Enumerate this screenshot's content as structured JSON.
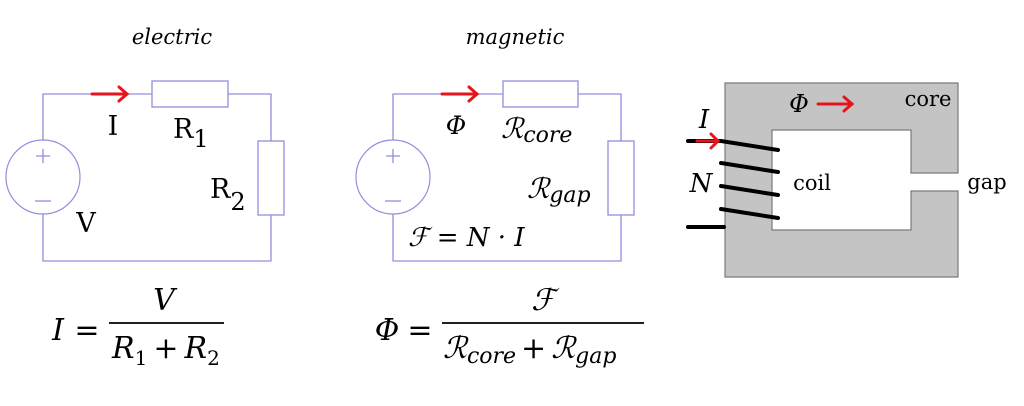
{
  "electric": {
    "title": "electric",
    "current_label": "I",
    "r1_label": "R",
    "r1_sub": "1",
    "r2_label": "R",
    "r2_sub": "2",
    "voltage_label": "V",
    "source_plus": "+",
    "source_minus": "−",
    "formula": {
      "lhs": "I",
      "eq": "=",
      "numerator": "V",
      "den_r1": "R",
      "den_r1_sub": "1",
      "plus": "+",
      "den_r2": "R",
      "den_r2_sub": "2"
    }
  },
  "magnetic": {
    "title": "magnetic",
    "flux_label": "Φ",
    "rcore_label": "ℛ",
    "rcore_sub": "core",
    "rgap_label": "ℛ",
    "rgap_sub": "gap",
    "mmf_label": "ℱ = N · I",
    "source_plus": "+",
    "source_minus": "−",
    "formula": {
      "lhs": "Φ",
      "eq": "=",
      "numerator": "ℱ",
      "den_r1": "ℛ",
      "den_r1_sub": "core",
      "plus": "+",
      "den_r2": "ℛ",
      "den_r2_sub": "gap"
    }
  },
  "core_diagram": {
    "current_label": "I",
    "turns_label": "N",
    "flux_label": "Φ",
    "core_label": "core",
    "coil_label": "coil",
    "gap_label": "gap",
    "coil_turns": 4
  },
  "colors": {
    "wire": "#8f8fe0",
    "arrow": "#e8141c",
    "core_fill": "#c4c4c4",
    "coil": "#000000"
  }
}
